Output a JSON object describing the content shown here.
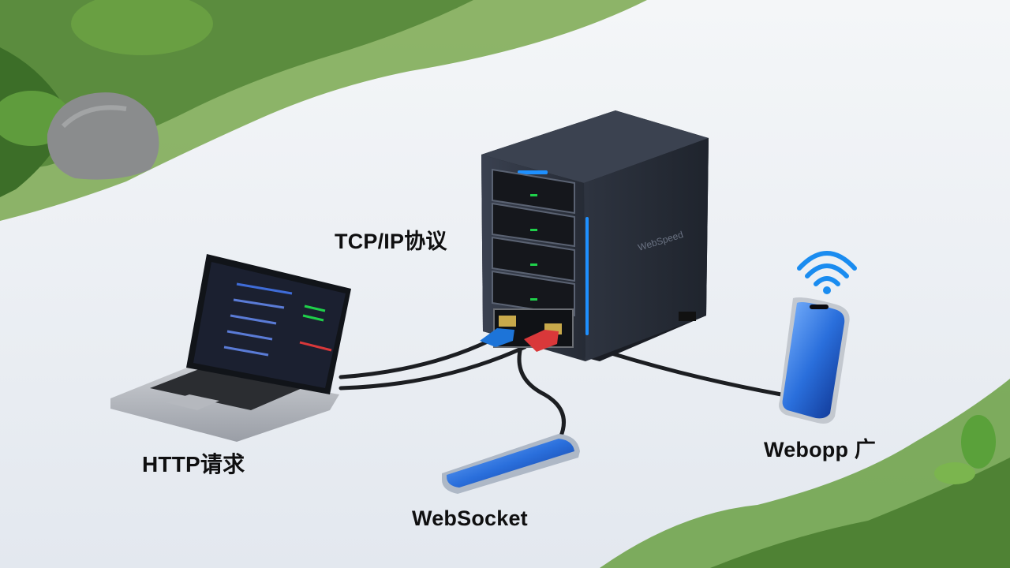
{
  "labels": {
    "tcp_ip": "TCP/IP协议",
    "http": "HTTP请求",
    "websocket": "WebSocket",
    "webapp": "Webopp 广"
  },
  "server": {
    "brand_text": "WebSpeed"
  },
  "colors": {
    "server_body": "#2b313c",
    "led_blue": "#1e90ff",
    "led_green": "#1fd04a",
    "cable_blue": "#1d74d8",
    "cable_red": "#d9383a",
    "phone_screen": "#2b76e0",
    "wifi": "#1a8cf0",
    "ground": "#eef1f5",
    "grass": "#5d9a3c"
  },
  "icons": [
    "wifi-icon"
  ]
}
